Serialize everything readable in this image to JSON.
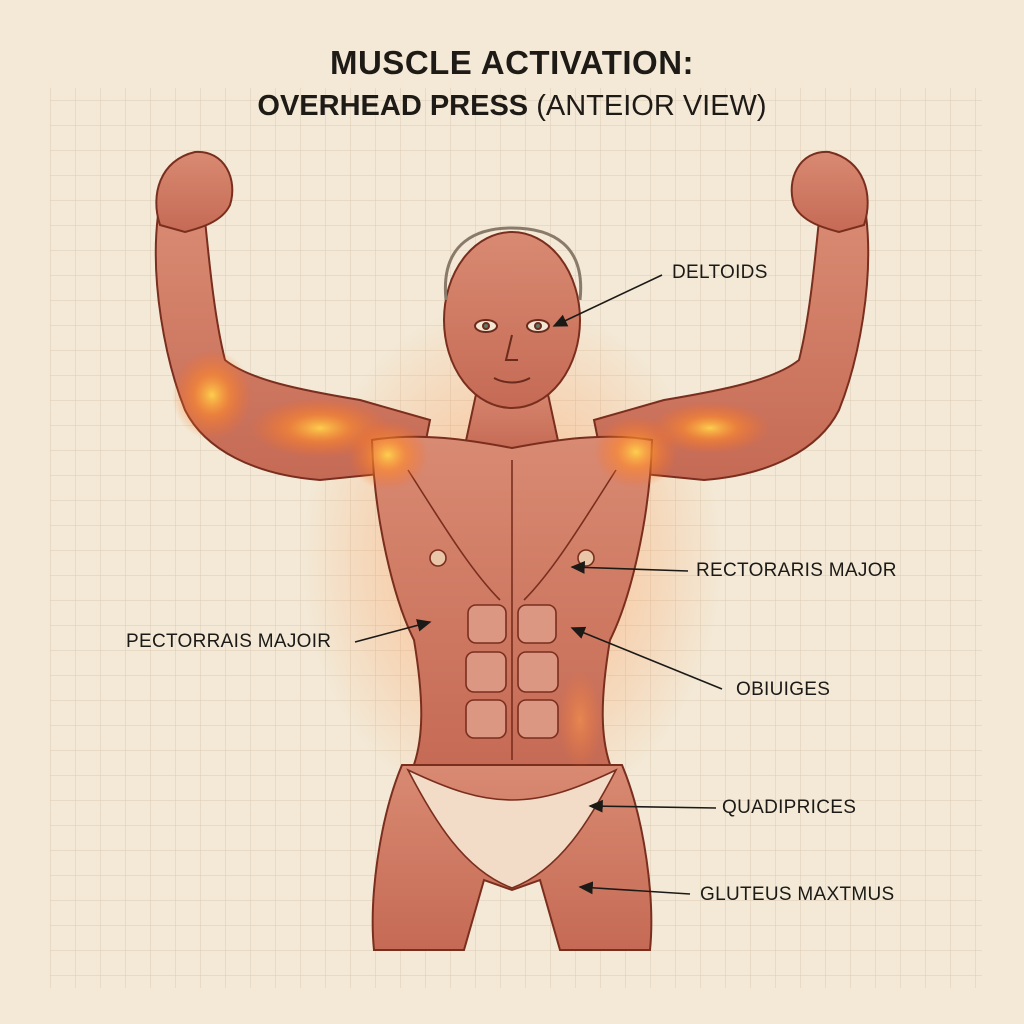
{
  "title": {
    "line1": "MUSCLE ACTIVATION:",
    "line2_main": "OVERHEAD PRESS",
    "line2_sub": "(ANTEIOR VIEW)"
  },
  "labels": [
    {
      "id": "deltoids",
      "text": "DELTOIDS"
    },
    {
      "id": "rectoraris-major",
      "text": "RECTORARIS MAJOR"
    },
    {
      "id": "pectorrais-majoir",
      "text": "PECTORRAIS MAJOIR"
    },
    {
      "id": "obiuiges",
      "text": "OBIUIGES"
    },
    {
      "id": "quadiprices",
      "text": "QUADIPRICES"
    },
    {
      "id": "gluteus-maxtmus",
      "text": "GLUTEUS MAXTMUS"
    }
  ],
  "colors": {
    "paper": "#f3e9d6",
    "grid": "#dcccb4",
    "muscle": "#c9705a",
    "muscle_outline": "#7a2e1e",
    "activation_glow": "#ff8a2a",
    "text": "#1c1a17"
  }
}
